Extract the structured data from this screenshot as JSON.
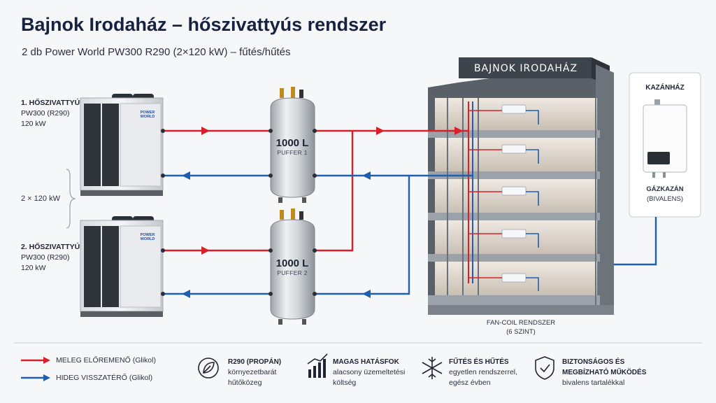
{
  "title": "Bajnok Irodaház – hőszivattyús rendszer",
  "subtitle": "2 db Power World PW300 R290 (2×120 kW) – fűtés/hűtés",
  "heat_pumps": [
    {
      "line1": "1. HŐSZIVATTYÚ",
      "line2": "PW300 (R290)",
      "line3": "120 kW",
      "brand": "POWER WORLD"
    },
    {
      "line1": "2. HŐSZIVATTYÚ",
      "line2": "PW300 (R290)",
      "line3": "120 kW",
      "brand": "POWER WORLD"
    }
  ],
  "total_capacity": "2 × 120 kW",
  "tanks": [
    {
      "volume": "1000 L",
      "name": "PUFFER 1"
    },
    {
      "volume": "1000 L",
      "name": "PUFFER 2"
    }
  ],
  "building": {
    "sign": "BAJNOK IRODAHÁZ",
    "caption_line1": "FAN-COIL RENDSZER",
    "caption_line2": "(6 SZINT)"
  },
  "boiler_room": {
    "title": "KAZÁNHÁZ",
    "boiler_line1": "GÁZKAZÁN",
    "boiler_line2": "(BIVALENS)"
  },
  "legend": {
    "hot": "MELEG ELŐREMENŐ (Glikol)",
    "cold": "HIDEG VISSZATÉRŐ (Glikol)"
  },
  "features": [
    {
      "icon": "leaf-icon",
      "title": "R290 (PROPÁN)",
      "line1": "környezetbarát",
      "line2": "hűtőközeg"
    },
    {
      "icon": "bar-chart-icon",
      "title": "MAGAS HATÁSFOK",
      "line1": "alacsony üzemeltetési",
      "line2": "költség"
    },
    {
      "icon": "snowflake-icon",
      "title": "FŰTÉS ÉS HŰTÉS",
      "line1": "egyetlen rendszerrel,",
      "line2": "egész évben"
    },
    {
      "icon": "shield-check-icon",
      "title": "BIZTONSÁGOS ÉS",
      "title2": "MEGBÍZHATÓ MŰKÖDÉS",
      "line1": "bivalens tartalékkal"
    }
  ],
  "colors": {
    "hot": "#d9202a",
    "cold": "#1f5fb0",
    "title": "#172240"
  }
}
